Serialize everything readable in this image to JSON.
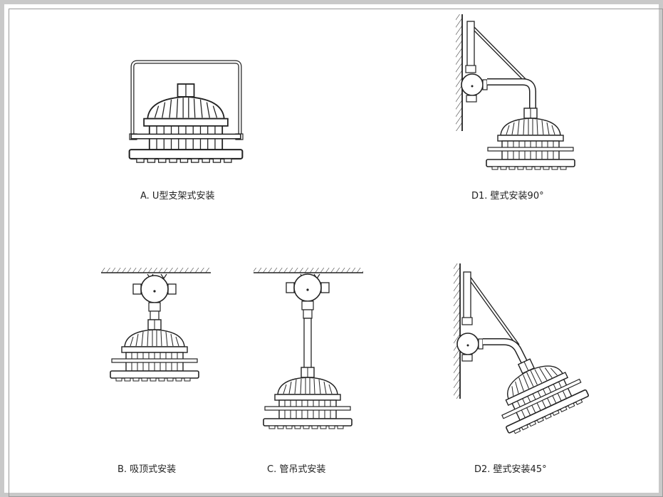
{
  "labels": {
    "a": "A. U型支架式安装",
    "b": "B. 吸顶式安装",
    "c": "C. 管吊式安装",
    "d1": "D1. 壁式安装90°",
    "d2": "D2. 壁式安装45°"
  },
  "colors": {
    "line": "#222222",
    "frame": "#c9c9c9"
  }
}
